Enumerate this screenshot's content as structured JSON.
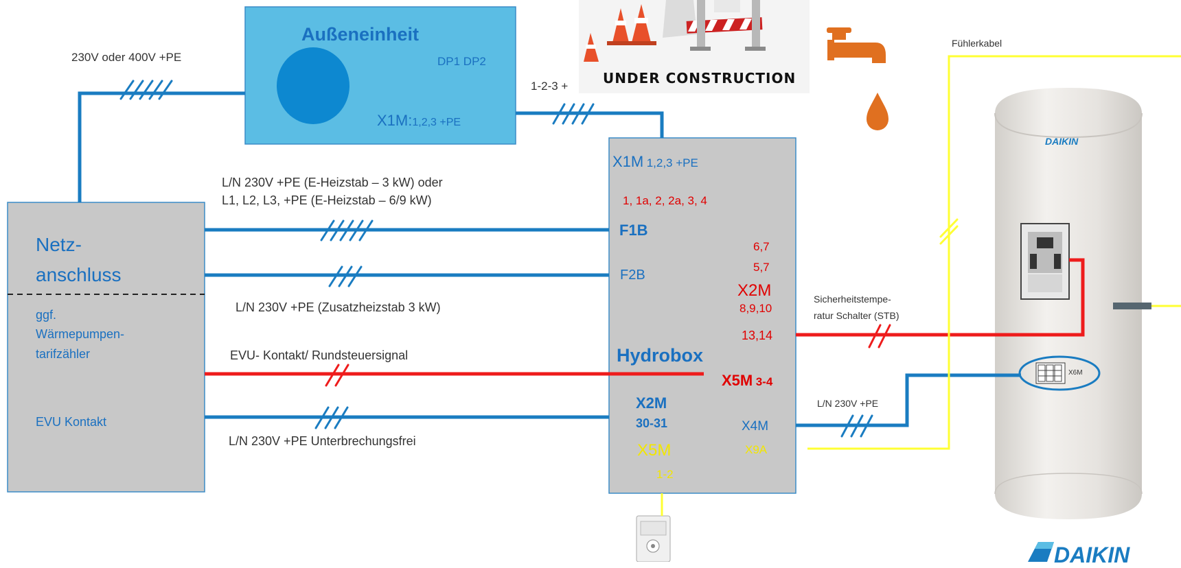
{
  "colors": {
    "power_line": "#1a7cc1",
    "signal_line": "#ee1c1c",
    "sensor_line": "#ffff33",
    "outdoor_fill": "#5bbde4",
    "outdoor_circle": "#0d88d0",
    "box_fill": "#c8c8c8",
    "box_border": "#3a8cc7",
    "text_blue": "#1a70c0",
    "text_red": "#e00000",
    "text_yellow": "#f2e600",
    "faucet_orange": "#e07020"
  },
  "outdoor_unit": {
    "title": "Außeneinheit",
    "dp_label": "DP1 DP2",
    "x1m_main": "X1M:",
    "x1m_terms": "1,2,3 +PE"
  },
  "grid_connection": {
    "title_line1": "Netz-",
    "title_line2": "anschluss",
    "meter_line1": "ggf.",
    "meter_line2": "Wärmepumpen-",
    "meter_line3": "tarifzähler",
    "evu": "EVU Kontakt"
  },
  "hydrobox": {
    "x1m_main": "X1M",
    "x1m_terms": "1,2,3 +PE",
    "terms_red": "1, 1a,  2, 2a, 3, 4",
    "f1b": "F1B",
    "f2b": "F2B",
    "t67": "6,7",
    "t57": "5,7",
    "x2m_red": "X2M",
    "t8910": "8,9,10",
    "t1314": "13,14",
    "title": "Hydrobox",
    "x5m_red_main": "X5M",
    "x5m_red_terms": "3-4",
    "x2m_blue": "X2M",
    "t3031": "30-31",
    "x4m": "X4M",
    "x5m_yellow": "X5M",
    "x9a": "X9A",
    "t12": "1-2"
  },
  "wire_labels": {
    "supply_outdoor": "230V oder 400V +PE",
    "interconnect": "1-2-3 +",
    "heater_line1": "L/N 230V +PE (E-Heizstab – 3 kW) oder",
    "heater_line2": "L1, L2, L3, +PE (E-Heizstab – 6/9 kW)",
    "booster": "L/N 230V +PE (Zusatzheizstab 3 kW)",
    "evu_signal": "EVU- Kontakt/ Rundsteuersignal",
    "uninterrupted": "L/N 230V +PE Unterbrechungsfrei",
    "sensor_cable": "Fühlerkabel",
    "stb_line1": "Sicherheitstempe-",
    "stb_line2": "ratur Schalter (STB)",
    "tank_power": "L/N 230V +PE"
  },
  "construction_banner": {
    "text": "UNDER CONSTRUCTION"
  },
  "tank": {
    "brand": "DAIKIN",
    "terminal": "X6M"
  },
  "logo": {
    "text": "DAIKIN"
  },
  "icons": [
    "faucet-icon",
    "water-drop-icon",
    "traffic-cone-icon",
    "road-barrier-icon",
    "room-controller-icon"
  ]
}
